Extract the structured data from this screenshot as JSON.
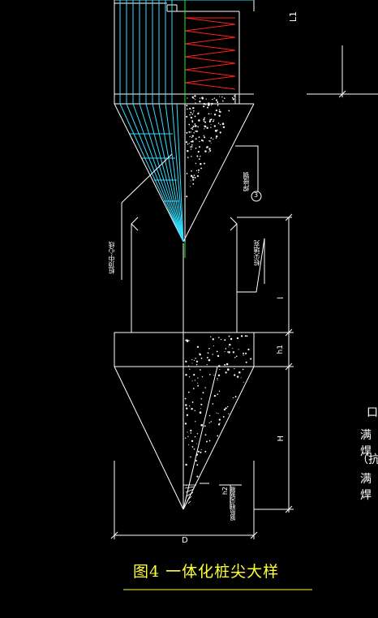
{
  "drawing": {
    "title": "图4   一体化桩尖大样",
    "labels": {
      "l1": "L1",
      "dim_l": "l",
      "dim_h1": "h1",
      "dim_H": "H",
      "dim_h2": "h2",
      "dim_D": "D",
      "circle_num": "3",
      "leader_weld": "焊接钢",
      "leader_center": "桩顶中心线",
      "leader_fill": "桩尖填充",
      "leader_rebar": "钢筋桩尖钢箍"
    },
    "right_fragments": [
      "口",
      "满焊",
      "（抗",
      "满焊"
    ]
  },
  "colors": {
    "background": "#000000",
    "line": "#ffffff",
    "cyan": "#33ddff",
    "red": "#ff2020",
    "green": "#22ee22",
    "title": "#ffff33"
  }
}
